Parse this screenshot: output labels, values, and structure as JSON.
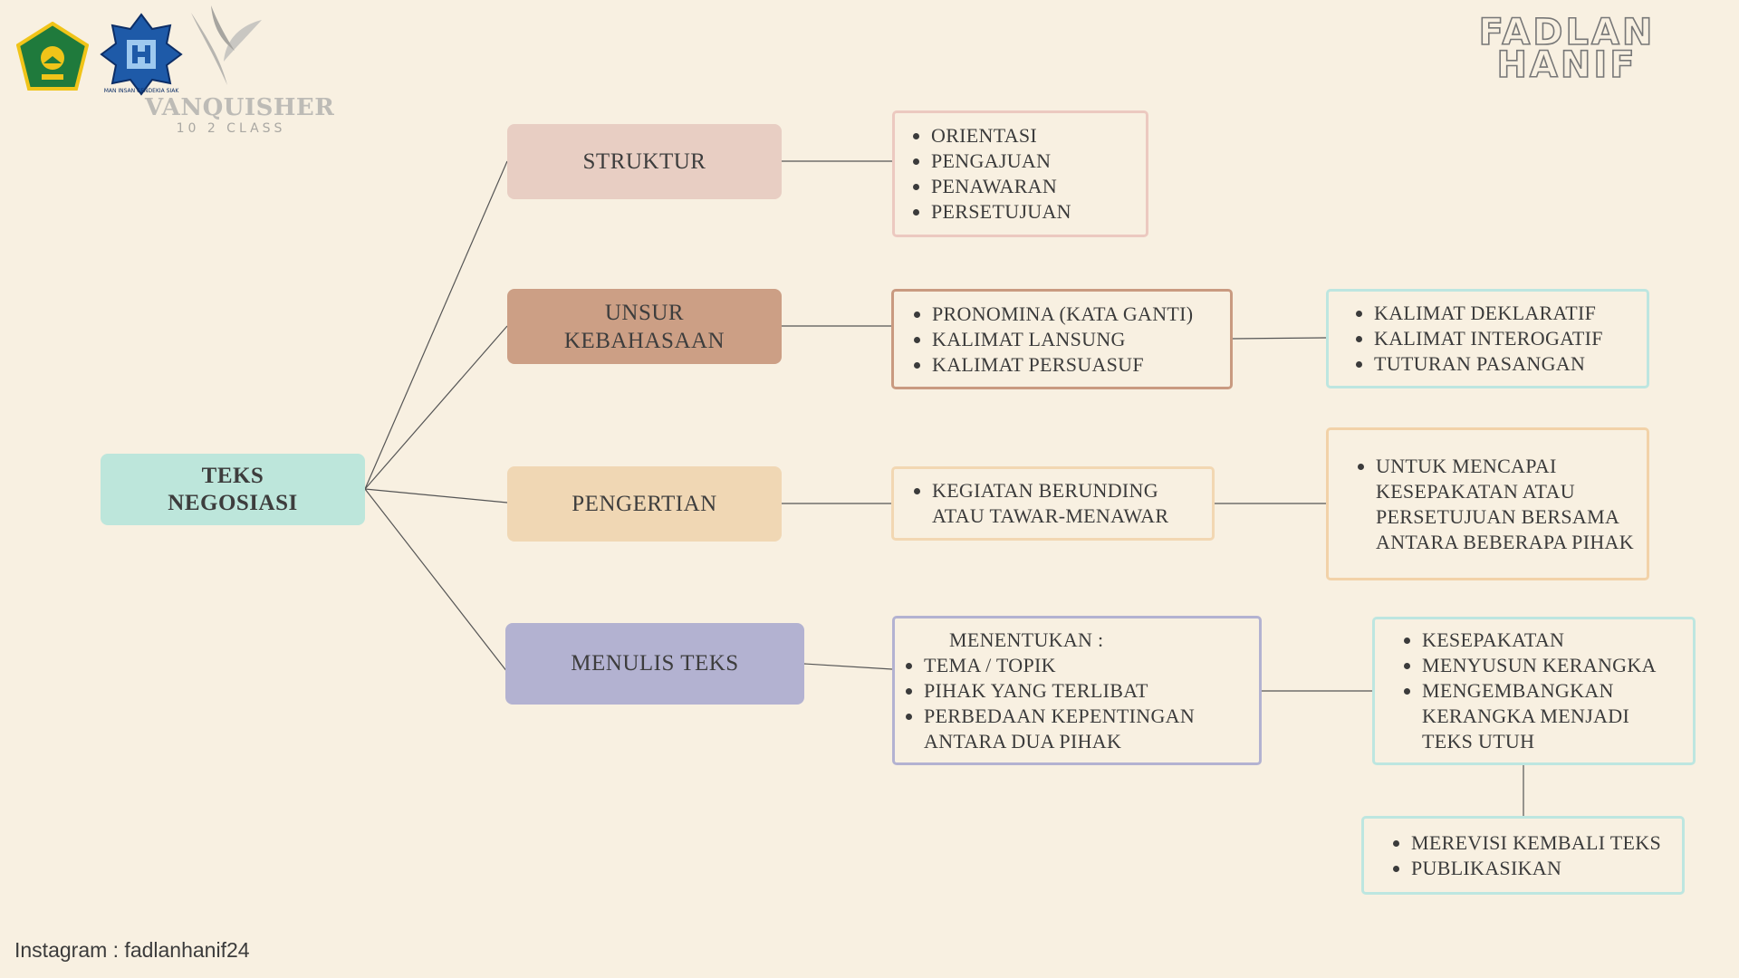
{
  "author": {
    "line1": "FADLAN",
    "line2": "HANIF"
  },
  "logo": {
    "title": "VANQUISHER",
    "subtitle": "10 2 CLASS",
    "badge_text": "MAN INSAN CENDEKIA SIAK"
  },
  "footer": {
    "instagram": "Instagram : fadlanhanif24"
  },
  "colors": {
    "background": "#f8f0e1",
    "root": "#bde6db",
    "struktur": "#e8cec3",
    "unsur": "#cc9f85",
    "pengertian": "#f0d7b4",
    "menulis": "#b3b2d1",
    "teal_border": "#bde6e0"
  },
  "map": {
    "root": {
      "line1": "TEKS",
      "line2": "NEGOSIASI"
    },
    "branches": {
      "struktur": {
        "line1": "STRUKTUR"
      },
      "unsur": {
        "line1": "UNSUR",
        "line2": "KEBAHASAAN"
      },
      "pengertian": {
        "line1": "PENGERTIAN"
      },
      "menulis": {
        "line1": "MENULIS TEKS"
      }
    },
    "struktur_list": [
      "ORIENTASI",
      "PENGAJUAN",
      "PENAWARAN",
      "PERSETUJUAN"
    ],
    "unsur_list": [
      "PRONOMINA (KATA GANTI)",
      "KALIMAT LANSUNG",
      "KALIMAT PERSUASUF"
    ],
    "unsur_sub": [
      "KALIMAT DEKLARATIF",
      "KALIMAT INTEROGATIF",
      "TUTURAN PASANGAN"
    ],
    "pengertian_list": [
      "KEGIATAN BERUNDING ATAU TAWAR-MENAWAR"
    ],
    "pengertian_sub": [
      "UNTUK MENCAPAI KESEPAKATAN ATAU PERSETUJUAN BERSAMA ANTARA BEBERAPA PIHAK"
    ],
    "menulis_lead": "MENENTUKAN :",
    "menulis_list": [
      "TEMA / TOPIK",
      "PIHAK YANG TERLIBAT",
      "PERBEDAAN KEPENTINGAN ANTARA DUA PIHAK"
    ],
    "menulis_sub1": [
      "KESEPAKATAN",
      "MENYUSUN KERANGKA",
      "MENGEMBANGKAN KERANGKA MENJADI TEKS UTUH"
    ],
    "menulis_sub2": [
      "MEREVISI KEMBALI TEKS",
      "PUBLIKASIKAN"
    ]
  }
}
